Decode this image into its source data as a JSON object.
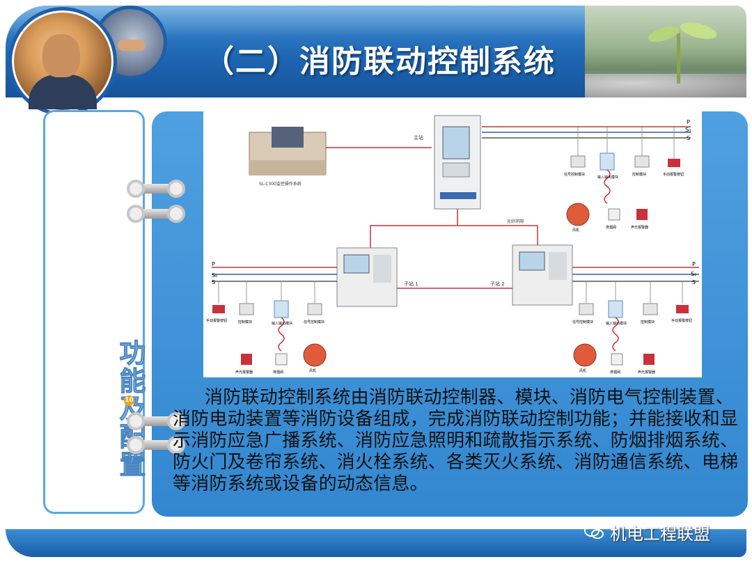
{
  "slide": {
    "title": "（二）消防联动控制系统",
    "side_label": "功能及配置",
    "page_number": "10",
    "body": "消防联动控制系统由消防联动控制器、模块、消防电气控制装置、消防电动装置等消防设备组成，完成消防联动控制功能；并能接收和显示消防应急广播系统、消防应急照明和疏散指示系统、防烟排烟系统、防火门及卷帘系统、消火栓系统、各类灭火系统、消防通信系统、电梯等消防系统或设备的动态信息。",
    "watermark": "机电工程联盟"
  },
  "diagram": {
    "main_station": "主站",
    "sub_station_1": "子站 1",
    "sub_station_2": "子站 2",
    "fiber_network": "光纤环网",
    "console_caption": "SL-C300监控操作系统",
    "bus_lines": [
      "P",
      "S₀",
      "S"
    ],
    "top_devices": [
      "信号控制模块",
      "输入输出模块",
      "控制模块",
      "手动报警按钮",
      "风机",
      "排烟阀",
      "声光报警器"
    ],
    "left_devices": [
      "手动报警按钮",
      "控制模块",
      "输入输出模块",
      "信号控制模块",
      "声光报警器",
      "排烟阀",
      "风机"
    ],
    "right_devices": [
      "信号控制模块",
      "输入输出模块",
      "控制模块",
      "手动报警按钮",
      "风机",
      "排烟阀",
      "声光报警器"
    ]
  },
  "colors": {
    "header_blue": "#1f66b3",
    "panel_blue": "#3287d0",
    "bus_red": "#c8323a",
    "bus_blue": "#2e5fa8"
  }
}
